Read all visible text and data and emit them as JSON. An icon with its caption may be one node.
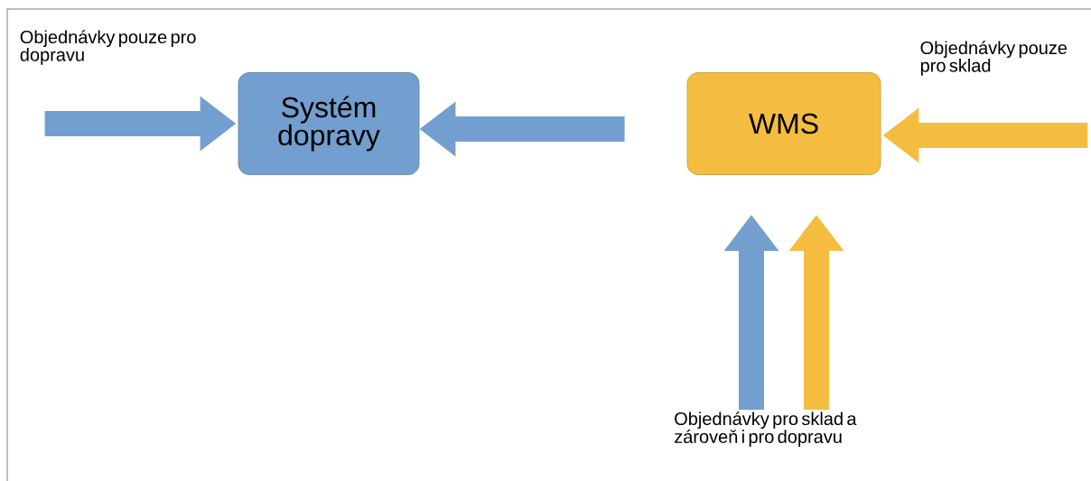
{
  "diagram": {
    "nodes": [
      {
        "text": [
          "Systém dopravy"
        ]
      },
      {
        "text": [
          "WMS"
        ]
      },
      {
        "text": [
          "Objednávky pro sklad a zároveň i pro dopravu"
        ]
      }
    ],
    "edges": [
      {
        "from": null,
        "to": 0,
        "arrow": "to",
        "color": "#729fcf",
        "label": "Objednávky pouze pro dopravu"
      },
      {
        "from": 1,
        "to": 0,
        "arrow": "to",
        "color": "#729fcf"
      },
      {
        "from": null,
        "to": 1,
        "arrow": "to",
        "color": "#f5bd3f",
        "label": "Objednávky pouze pro sklad"
      },
      {
        "from": 2,
        "to": 1,
        "arrow": "to",
        "color": "#729fcf"
      },
      {
        "from": 2,
        "to": 1,
        "arrow": "to",
        "color": "#f5bd3f"
      }
    ]
  }
}
